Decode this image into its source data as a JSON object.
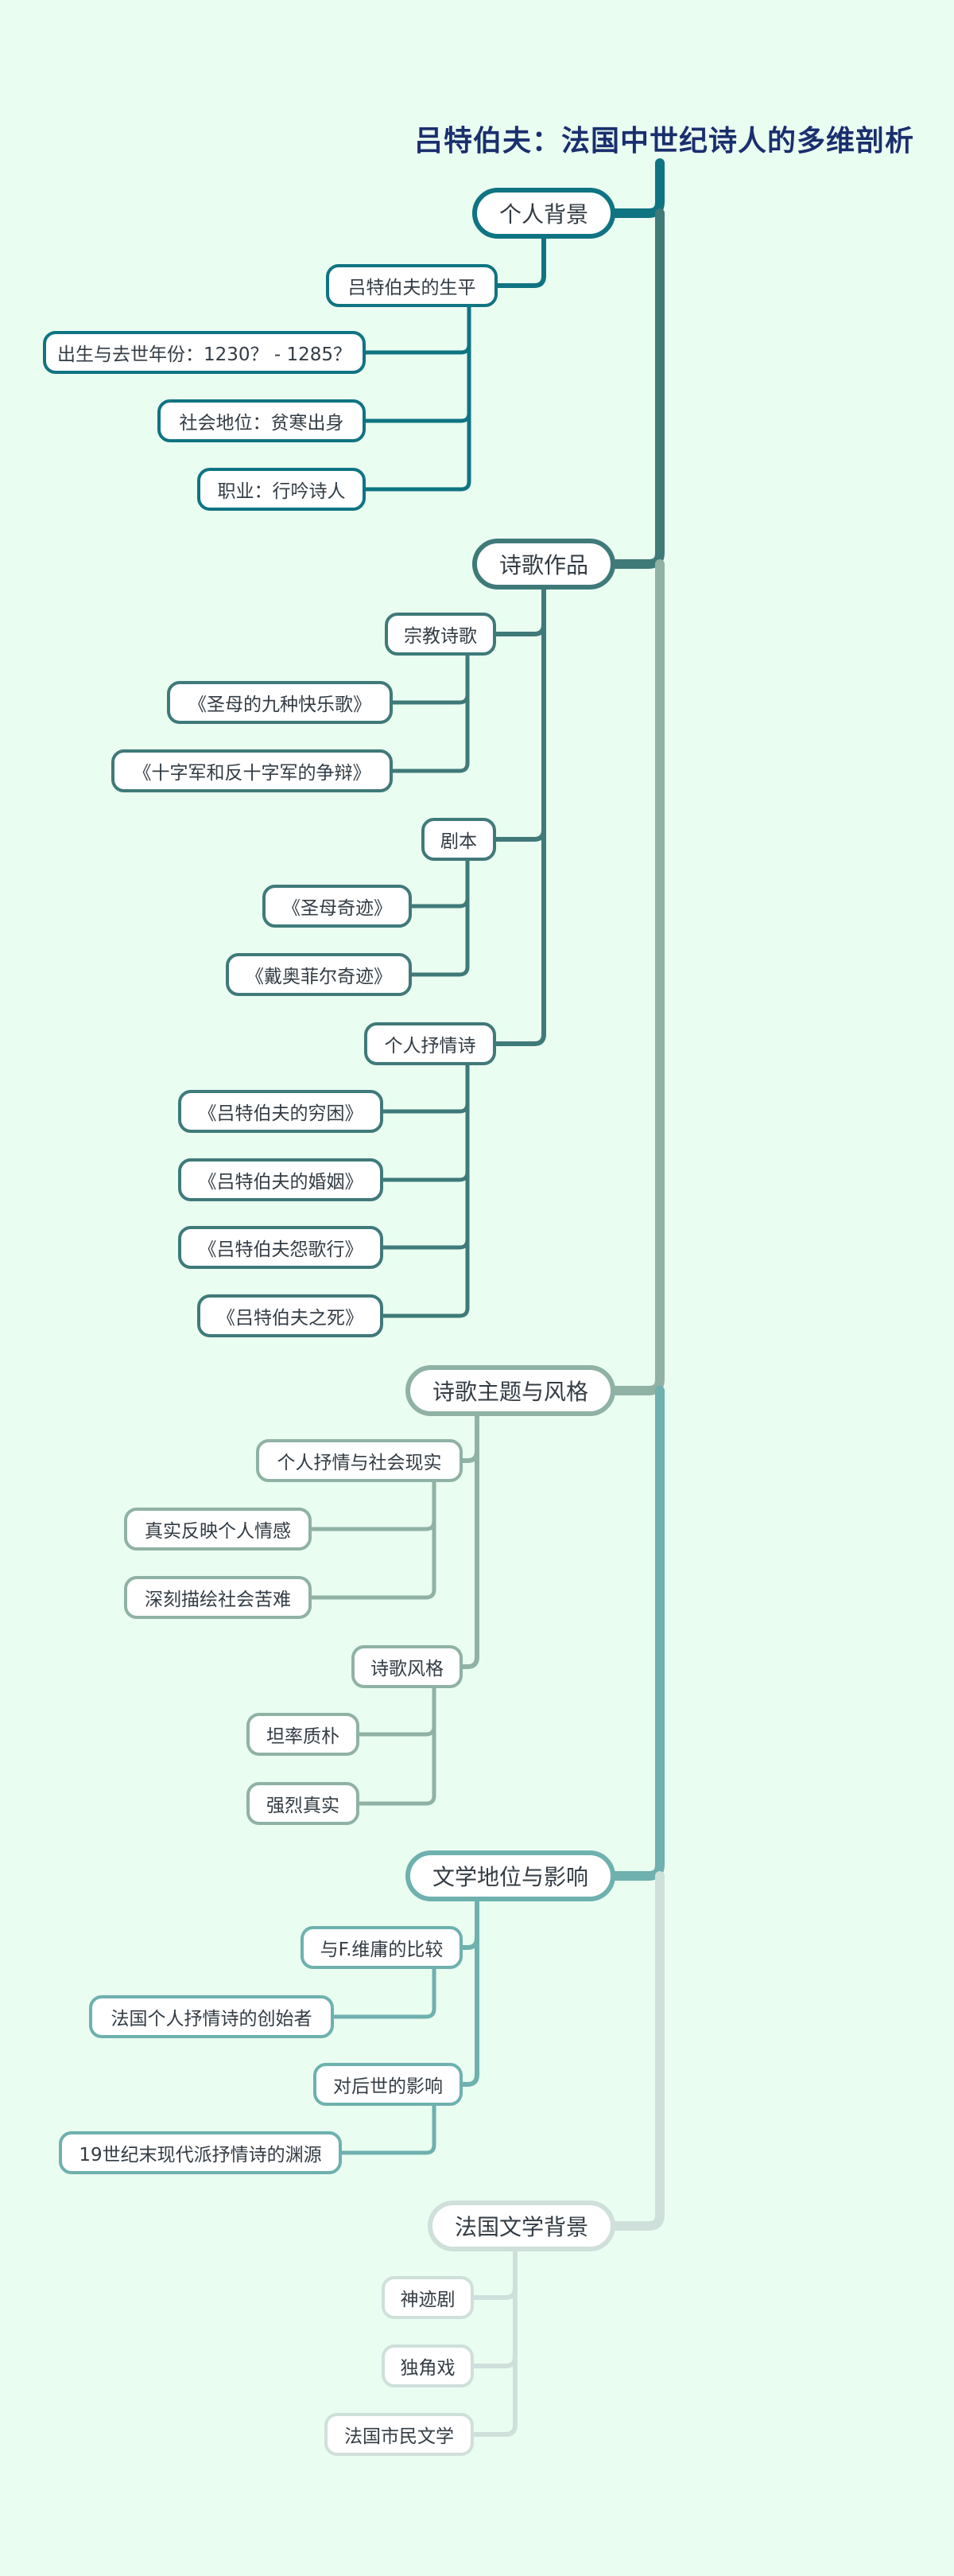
{
  "title": "吕特伯夫：法国中世纪诗人的多维剖析",
  "colors": {
    "background": "#eafdf1",
    "title": "#1a2f6e",
    "branch1": "#0f7482",
    "branch2": "#3f7a79",
    "branch3": "#8fb2a5",
    "branch4": "#6eb1ae",
    "branch5": "#cfe0db"
  },
  "branches": [
    {
      "label": "个人背景",
      "color": "#0f7482",
      "children": [
        {
          "label": "吕特伯夫的生平",
          "children": [
            "出生与去世年份：1230？ - 1285？",
            "社会地位：贫寒出身",
            "职业：行吟诗人"
          ]
        }
      ]
    },
    {
      "label": "诗歌作品",
      "color": "#3f7a79",
      "children": [
        {
          "label": "宗教诗歌",
          "children": [
            "《圣母的九种快乐歌》",
            "《十字军和反十字军的争辩》"
          ]
        },
        {
          "label": "剧本",
          "children": [
            "《圣母奇迹》",
            "《戴奥菲尔奇迹》"
          ]
        },
        {
          "label": "个人抒情诗",
          "children": [
            "《吕特伯夫的穷困》",
            "《吕特伯夫的婚姻》",
            "《吕特伯夫怨歌行》",
            "《吕特伯夫之死》"
          ]
        }
      ]
    },
    {
      "label": "诗歌主题与风格",
      "color": "#8fb2a5",
      "children": [
        {
          "label": "个人抒情与社会现实",
          "children": [
            "真实反映个人情感",
            "深刻描绘社会苦难"
          ]
        },
        {
          "label": "诗歌风格",
          "children": [
            "坦率质朴",
            "强烈真实"
          ]
        }
      ]
    },
    {
      "label": "文学地位与影响",
      "color": "#6eb1ae",
      "children": [
        {
          "label": "与F.维庸的比较",
          "children": [
            "法国个人抒情诗的创始者"
          ]
        },
        {
          "label": "对后世的影响",
          "children": [
            "19世纪末现代派抒情诗的渊源"
          ]
        }
      ]
    },
    {
      "label": "法国文学背景",
      "color": "#cfe0db",
      "children": [
        {
          "label": "神迹剧",
          "children": []
        },
        {
          "label": "独角戏",
          "children": []
        },
        {
          "label": "法国市民文学",
          "children": []
        }
      ]
    }
  ]
}
